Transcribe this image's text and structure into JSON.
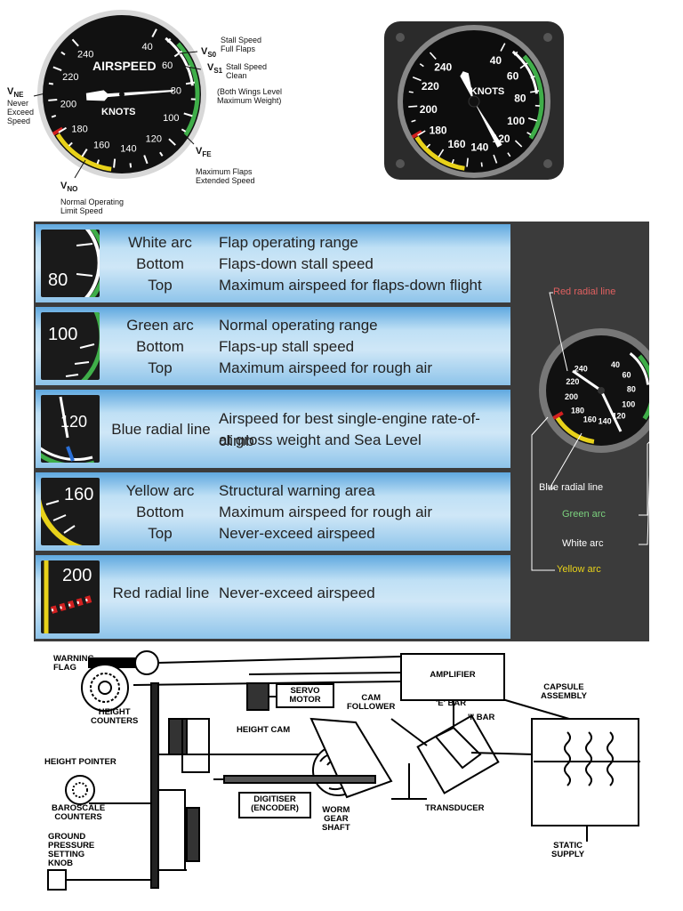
{
  "gauge_top_left": {
    "title": "AIRSPEED",
    "unit": "KNOTS",
    "ticks": [
      "40",
      "60",
      "80",
      "100",
      "120",
      "140",
      "160",
      "180",
      "200",
      "220",
      "240"
    ],
    "vne": {
      "symbol": "V",
      "sub": "NE",
      "text": "Never\nExceed\nSpeed"
    },
    "vs0": {
      "symbol": "V",
      "sub": "S0",
      "text": "Stall Speed\nFull Flaps"
    },
    "vs1": {
      "symbol": "V",
      "sub": "S1",
      "text": "Stall Speed\nClean"
    },
    "note": "(Both Wings Level\nMaximum Weight)",
    "vfe": {
      "symbol": "V",
      "sub": "FE",
      "text": "Maximum Flaps\nExtended Speed"
    },
    "vno": {
      "symbol": "V",
      "sub": "NO",
      "text": "Normal Operating\nLimit Speed"
    }
  },
  "gauge_top_right": {
    "unit": "KNOTS",
    "ticks": [
      "40",
      "60",
      "80",
      "100",
      "120",
      "140",
      "160",
      "180",
      "200",
      "220",
      "240"
    ]
  },
  "markings_table": {
    "rows": [
      {
        "thumb_value": "80",
        "term_lines": [
          "White arc",
          "Bottom",
          "Top"
        ],
        "desc_lines": [
          "Flap operating range",
          "Flaps-down stall speed",
          "Maximum airspeed for flaps-down flight"
        ]
      },
      {
        "thumb_value": "100",
        "term_lines": [
          "Green arc",
          "Bottom",
          "Top"
        ],
        "desc_lines": [
          "Normal operating range",
          "Flaps-up stall speed",
          "Maximum airspeed for rough air"
        ]
      },
      {
        "thumb_value": "120",
        "term_lines": [
          "Blue radial line"
        ],
        "desc_lines": [
          "Airspeed for best single-engine rate-of-climb",
          "at gross weight and Sea Level"
        ]
      },
      {
        "thumb_value": "160",
        "term_lines": [
          "Yellow arc",
          "Bottom",
          "Top"
        ],
        "desc_lines": [
          "Structural warning area",
          "Maximum airspeed for rough air",
          "Never-exceed airspeed"
        ]
      },
      {
        "thumb_value": "200",
        "term_lines": [
          "Red radial line"
        ],
        "desc_lines": [
          "Never-exceed airspeed"
        ]
      }
    ],
    "side_labels": {
      "red": "Red radial line",
      "blue": "Blue radial line",
      "green": "Green arc",
      "white": "White arc",
      "yellow": "Yellow arc"
    }
  },
  "altimeter_diagram": {
    "labels": {
      "warning_flag": "WARNING\nFLAG",
      "height_counters": "HEIGHT\nCOUNTERS",
      "height_cam": "HEIGHT CAM",
      "height_pointer": "HEIGHT POINTER",
      "baroscale_counters": "BAROSCALE\nCOUNTERS",
      "ground_pressure": "GROUND\nPRESSURE\nSETTING\nKNOB",
      "servo_motor": "SERVO\nMOTOR",
      "cam_follower": "CAM\nFOLLOWER",
      "amplifier": "AMPLIFIER",
      "e_bar": "'E' BAR",
      "i_bar": "'I' BAR",
      "capsule_assembly": "CAPSULE\nASSEMBLY",
      "transducer": "TRANSDUCER",
      "static_supply": "STATIC\nSUPPLY",
      "digitiser": "DIGITISER\n(ENCODER)",
      "worm_gear": "WORM\nGEAR\nSHAFT"
    }
  },
  "colors": {
    "white_arc": "#ffffff",
    "green_arc": "#3fae49",
    "yellow_arc": "#e8d21a",
    "red_line": "#d32020",
    "blue_line": "#2a6fd6",
    "dial_face": "#0f0f0f"
  }
}
